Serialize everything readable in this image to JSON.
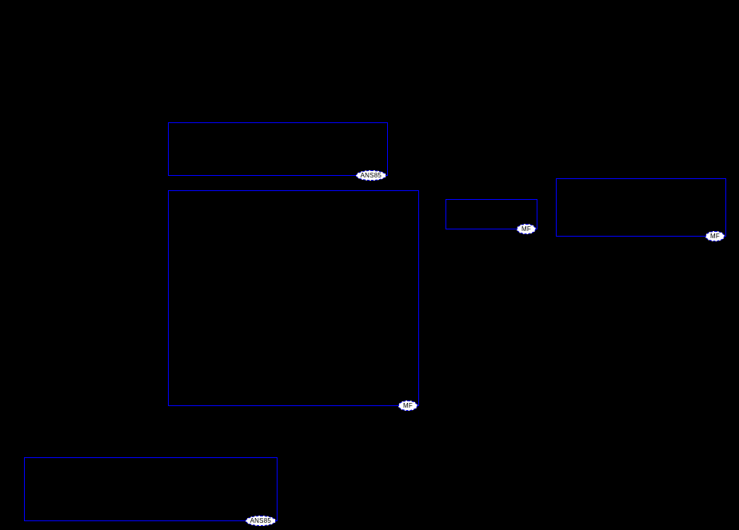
{
  "page": {
    "background_color": "#000000",
    "box_border_color": "#0000ff",
    "badge_background_color": "#ffffff",
    "badge_text_color": "#000000"
  },
  "syntax_boxes": [
    {
      "dialect": "ANS85"
    },
    {
      "dialect": "MF"
    },
    {
      "dialect": "MF"
    },
    {
      "dialect": "MF"
    },
    {
      "dialect": "ANS85"
    }
  ]
}
